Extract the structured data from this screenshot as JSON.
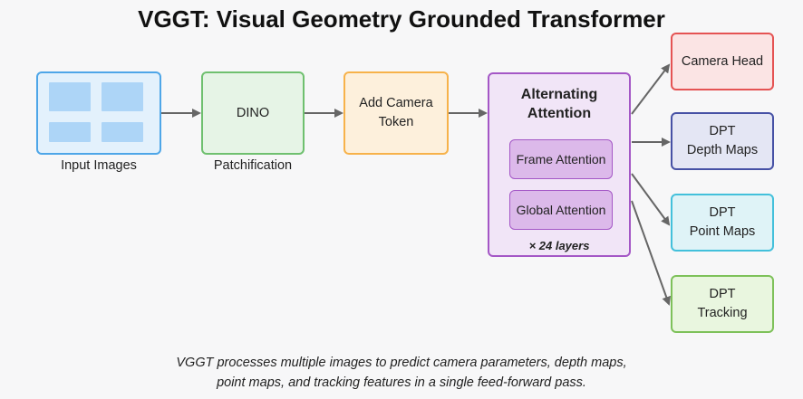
{
  "title": "VGGT: Visual Geometry Grounded Transformer",
  "nodes": {
    "input_label": "Input Images",
    "dino": "DINO",
    "patchification": "Patchification",
    "add_camera_token": "Add Camera\nToken",
    "alternating_attention": "Alternating\nAttention",
    "frame_attention": "Frame Attention",
    "global_attention": "Global Attention",
    "layers": "× 24 layers"
  },
  "outputs": {
    "camera_head": "Camera Head",
    "depth_maps": "DPT\nDepth Maps",
    "point_maps": "DPT\nPoint Maps",
    "tracking": "DPT\nTracking"
  },
  "caption": {
    "line1": "VGGT processes multiple images to predict camera parameters, depth maps,",
    "line2": "point maps, and tracking features in a single feed-forward pass."
  },
  "colors": {
    "input": "#4ea6e8",
    "dino": "#6fc06f",
    "camera_token": "#f7b24a",
    "attention": "#a457c6",
    "camera_head": "#e55353",
    "depth": "#4651a5",
    "points": "#43c0db",
    "tracking": "#7ec15a",
    "arrow": "#666666"
  }
}
